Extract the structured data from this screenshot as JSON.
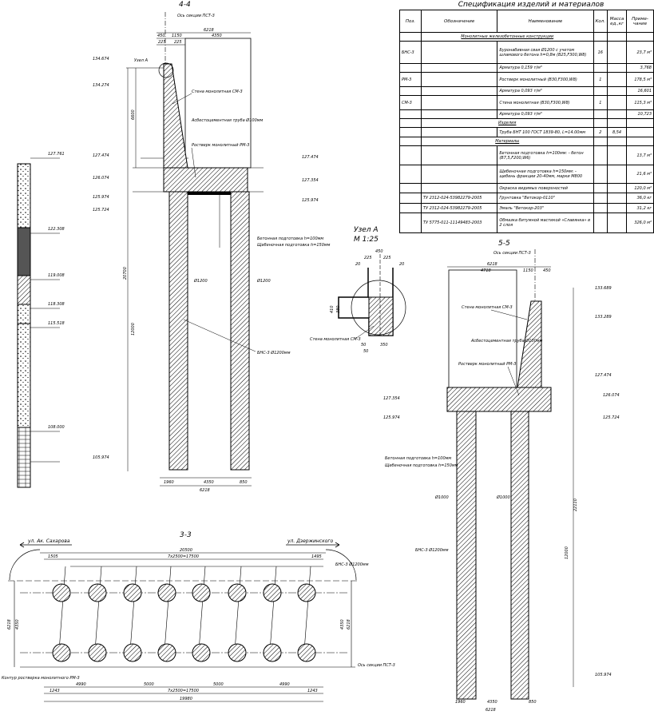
{
  "spec": {
    "title": "Спецификация изделий и материалов",
    "headers": [
      "Поз.",
      "Обозначение",
      "Наименование",
      "Кол.",
      "Масса ед.,кг",
      "Приме-чание"
    ],
    "sections": {
      "monolithic": "Монолитные железобетонные конструкции",
      "products": "Изделия",
      "materials": "Материалы"
    },
    "rows": [
      {
        "pos": "БНС-3",
        "code": "",
        "name": "Буронабивная свая Ø1200 с учетом шламового бетона h=0,8м (B25,F300,W8)",
        "qty": "16",
        "mass": "",
        "note": "23,7 м³"
      },
      {
        "pos": "",
        "code": "",
        "name": "Арматура 0,159 т/м³",
        "qty": "",
        "mass": "",
        "note": "3,768"
      },
      {
        "pos": "РМ-3",
        "code": "",
        "name": "Ростверк монолитный (B30,F300,W8)",
        "qty": "1",
        "mass": "",
        "note": "178,5 м³"
      },
      {
        "pos": "",
        "code": "",
        "name": "Арматура 0,093 т/м³",
        "qty": "",
        "mass": "",
        "note": "16,601"
      },
      {
        "pos": "СМ-3",
        "code": "",
        "name": "Стена монолитная (B30,F300,W8)",
        "qty": "1",
        "mass": "",
        "note": "115,3 м³"
      },
      {
        "pos": "",
        "code": "",
        "name": "Арматура 0,093 т/м³",
        "qty": "",
        "mass": "",
        "note": "10,723"
      },
      {
        "pos": "",
        "code": "",
        "name": "Труба БНТ 100 ГОСТ 1839-80, L=14.00мм",
        "qty": "2",
        "mass": "8,54",
        "note": ""
      },
      {
        "pos": "",
        "code": "",
        "name": "Бетонная подготовка h=100мм: - бетон (B7,5,F200,W6)",
        "qty": "",
        "mass": "",
        "note": "13,7 м³"
      },
      {
        "pos": "",
        "code": "",
        "name": "Щебеночная подготовка h=150мм: - щебень фракции 20-40мм, марки М800",
        "qty": "",
        "mass": "",
        "note": "21,6 м³"
      },
      {
        "pos": "",
        "code": "",
        "name": "Окраска видимых поверхностей",
        "qty": "",
        "mass": "",
        "note": "120,0 м²"
      },
      {
        "pos": "",
        "code": "ТУ 2312-024-53982279-2005",
        "name": "Грунтовка \"Ветокор-0110\"",
        "qty": "",
        "mass": "",
        "note": "36,0 кг"
      },
      {
        "pos": "",
        "code": "ТУ 2312-024-53982279-2005",
        "name": "Эмаль \"Ветокор-203\"",
        "qty": "",
        "mass": "",
        "note": "31,2 кг"
      },
      {
        "pos": "",
        "code": "ТУ 5775-011-11149483-2003",
        "name": "Обмазка битумной мастикой «Славянка» в 2 слоя",
        "qty": "",
        "mass": "",
        "note": "326,0 м²"
      }
    ]
  },
  "section44": {
    "title": "4-4",
    "axis": "Ось секции ПСТ-3",
    "node": "Узел А",
    "wall": "Стена монолитная СМ-3",
    "pipe": "Асбестоцементная труба Ø100мм",
    "grillage": "Ростверк монолитный РМ-3",
    "concrete_prep": "Бетонная подготовка h=100мм",
    "gravel_prep": "Щебеночная подготовка h=150мм",
    "pile": "БНС-3 Ø1200мм",
    "d1200": "Ø1200",
    "dims": [
      "6218",
      "450",
      "1150",
      "4350",
      "225",
      "225",
      "1960",
      "4350",
      "850",
      "20700",
      "12000",
      "1200",
      "6600"
    ],
    "elevations": [
      "134.674",
      "134.274",
      "127.474",
      "126.074",
      "125.974",
      "125.724",
      "127.474",
      "127.354",
      "125.974"
    ]
  },
  "soil": {
    "elevations": [
      "127.761",
      "122.308",
      "119.008",
      "118.308",
      "115.518",
      "108.000",
      "105.974"
    ]
  },
  "nodeA": {
    "title": "Узел А",
    "scale": "М 1:25",
    "wall": "Стена монолитная СМ-3",
    "dims": [
      "450",
      "225",
      "225",
      "20",
      "20",
      "410",
      "380",
      "50",
      "350",
      "50"
    ]
  },
  "section55": {
    "title": "5-5",
    "axis": "Ось секции ПСТ-3",
    "wall": "Стена монолитная СМ-3",
    "pipe": "Асбестоцементная труба Ø100мм",
    "grillage": "Ростверк монолитный РМ-3",
    "concrete_prep": "Бетонная подготовка h=100мм",
    "gravel_prep": "Щебеночная подготовка h=150мм",
    "pile": "БНС-3 Ø1200мм",
    "d1000": "Ø1000",
    "dims": [
      "6218",
      "4718",
      "1150",
      "450",
      "1960",
      "4350",
      "850",
      "22110",
      "12000"
    ],
    "elevations": [
      "133.689",
      "133.289",
      "127.474",
      "127.354",
      "126.074",
      "125.974",
      "125.724",
      "105.974"
    ]
  },
  "section33": {
    "title": "3-3",
    "left_street": "ул. Ак. Сахарова",
    "right_street": "ул. Дзержинского",
    "pile": "БНС-3 Ø1200мм",
    "axis": "Ось секции ПСТ-3",
    "contour": "Контур ростверка монолитного РМ-3",
    "dims": [
      "20500",
      "7x2500=17500",
      "1505",
      "1495",
      "4350",
      "6218",
      "4990",
      "5000",
      "5000",
      "4990",
      "1243",
      "7x2500=17500",
      "1243",
      "19980"
    ]
  }
}
